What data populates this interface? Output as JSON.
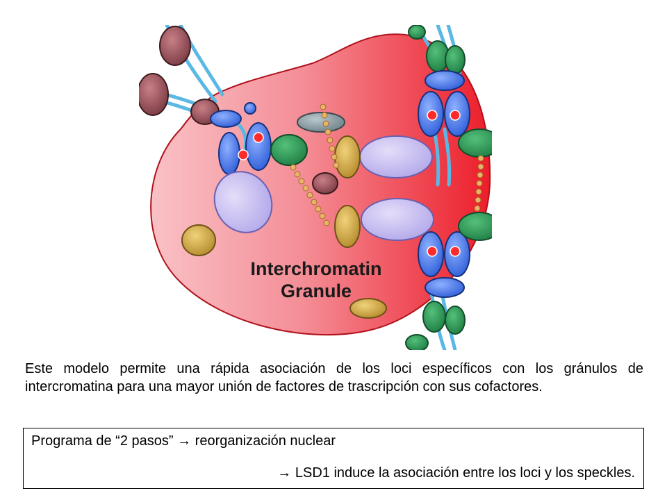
{
  "figure": {
    "label_line1": "Interchromatin",
    "label_line2": "Granule",
    "colors": {
      "granule_light": "#f6a7ad",
      "granule_dark": "#ee2b34",
      "dna_strand": "#5ab8e4",
      "receptor_blue": "#3f6fe0",
      "coactivator_lavender": "#c9c0f0",
      "factor_green": "#2e9e58",
      "factor_gold": "#d7b254",
      "factor_grey": "#8fa2a8",
      "nucleosome_maroon": "#9b5058",
      "red_dot": "#ff2a2a"
    }
  },
  "caption": "Este modelo permite una rápida asociación de los loci específicos con los gránulos de intercromatina para una mayor unión de factores de trascripción con sus cofactores.",
  "box": {
    "line1_prefix": "Programa de “2 pasos”",
    "line1_arrow": "→",
    "line1_suffix": "reorganización nuclear",
    "line2_arrow": "→",
    "line2_text": "LSD1 induce la asociación entre los loci y los speckles."
  }
}
